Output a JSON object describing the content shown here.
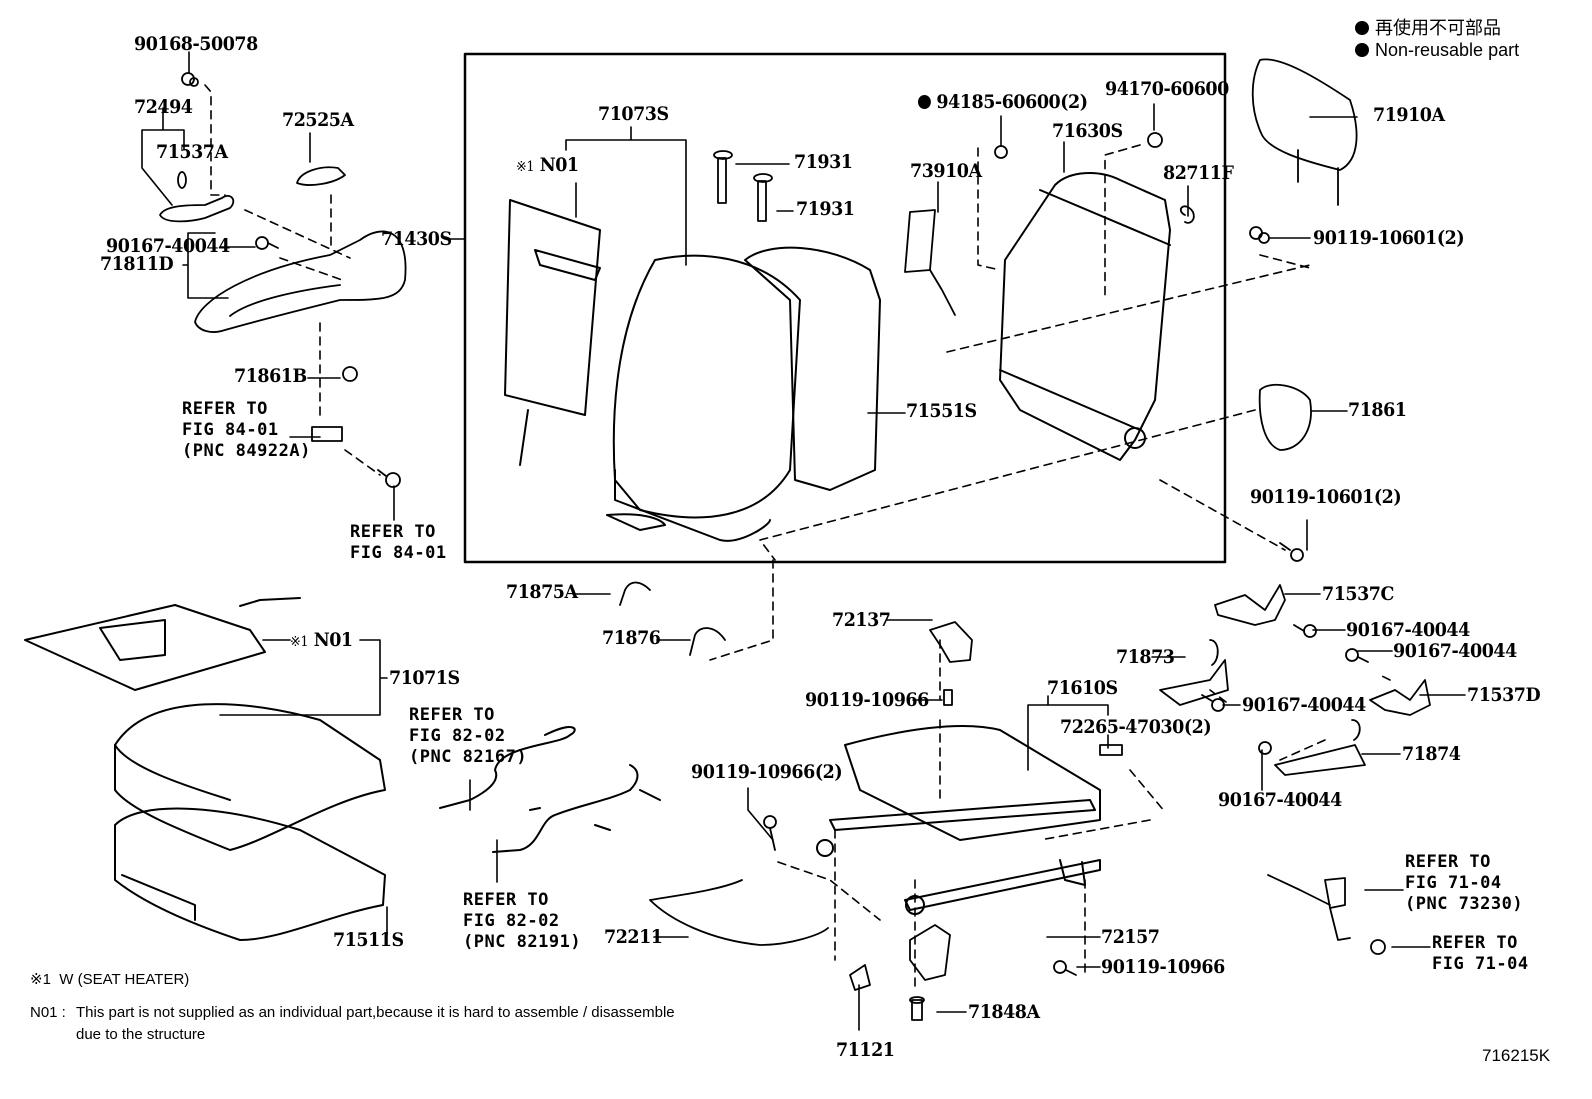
{
  "diagram": {
    "type": "exploded-parts-diagram",
    "subject": "Front seat assembly",
    "figure_code": "716215K",
    "legend": {
      "non_reusable_jp": "再使用不可部品",
      "non_reusable_en": "Non-reusable part",
      "marker": "filled-circle"
    },
    "notes": {
      "n1_mark": "※1",
      "n1_text": "W (SEAT  HEATER)",
      "n01_mark": "N01 :",
      "n01_line1": "This part is not supplied as an individual part,because it is hard to assemble / disassemble",
      "n01_line2": "due to the structure"
    },
    "parts": {
      "p90168_50078": "90168-50078",
      "p72494": "72494",
      "p71537A": "71537A",
      "p72525A": "72525A",
      "p90167_40044_a": "90167-40044",
      "p71811D": "71811D",
      "p71861B": "71861B",
      "p71430S": "71430S",
      "p71073S": "71073S",
      "n01_back_mark": "※1",
      "n01_back": "N01",
      "p71931_a": "71931",
      "p71931_b": "71931",
      "p94185_60600": "94185-60600(2)",
      "p94170_60600": "94170-60600",
      "p71630S": "71630S",
      "p73910A": "73910A",
      "p82711F": "82711F",
      "p71910A": "71910A",
      "p90119_10601_a": "90119-10601(2)",
      "p71551S": "71551S",
      "p71861": "71861",
      "p90119_10601_b": "90119-10601(2)",
      "p71875A": "71875A",
      "p71876": "71876",
      "n01_cushion_mark": "※1",
      "n01_cushion": "N01",
      "p71071S": "71071S",
      "p71511S": "71511S",
      "p72137": "72137",
      "p90119_10966_a": "90119-10966",
      "p90119_10966_b": "90119-10966(2)",
      "p71610S": "71610S",
      "p72265_47030": "72265-47030(2)",
      "p72211": "72211",
      "p72157": "72157",
      "p90119_10966_c": "90119-10966",
      "p71848A": "71848A",
      "p71121": "71121",
      "p71537C": "71537C",
      "p90167_40044_b": "90167-40044",
      "p90167_40044_c": "90167-40044",
      "p71873": "71873",
      "p90167_40044_d": "90167-40044",
      "p71537D": "71537D",
      "p71874": "71874",
      "p90167_40044_e": "90167-40044"
    },
    "references": {
      "ref_84922A": "REFER TO\nFIG 84-01\n(PNC 84922A)",
      "ref_84_01": "REFER TO\nFIG 84-01",
      "ref_82167": "REFER TO\nFIG 82-02\n(PNC 82167)",
      "ref_82191": "REFER TO\nFIG 82-02\n(PNC 82191)",
      "ref_73230": "REFER TO\nFIG 71-04\n(PNC 73230)",
      "ref_71_04": "REFER TO\nFIG 71-04"
    }
  }
}
